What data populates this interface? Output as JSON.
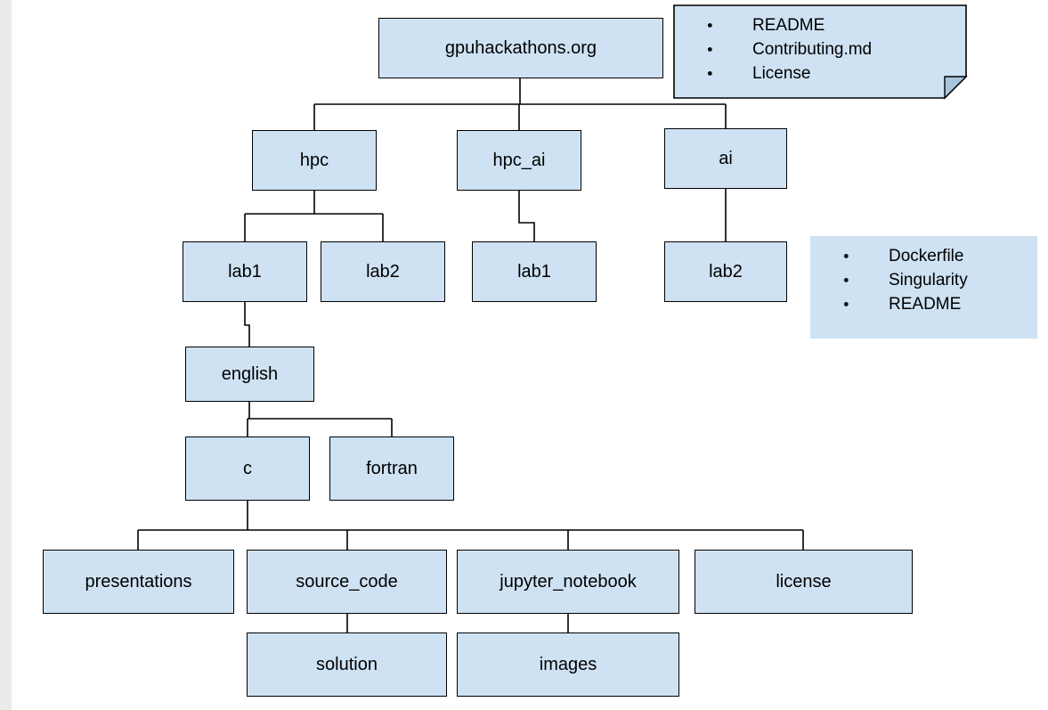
{
  "diagram": {
    "colors": {
      "node_fill": "#cfe2f3",
      "node_border": "#000000",
      "connector": "#000000",
      "note_fold": "#a7c4de",
      "page_margin": "#ebebeb"
    },
    "nodes": [
      {
        "id": "root",
        "label": "gpuhackathons.org"
      },
      {
        "id": "hpc",
        "label": "hpc"
      },
      {
        "id": "hpc_ai",
        "label": "hpc_ai"
      },
      {
        "id": "ai",
        "label": "ai"
      },
      {
        "id": "hpc-lab1",
        "label": "lab1"
      },
      {
        "id": "hpc-lab2",
        "label": "lab2"
      },
      {
        "id": "hpc_ai-lab1",
        "label": "lab1"
      },
      {
        "id": "ai-lab2",
        "label": "lab2"
      },
      {
        "id": "english",
        "label": "english"
      },
      {
        "id": "c",
        "label": "c"
      },
      {
        "id": "fortran",
        "label": "fortran"
      },
      {
        "id": "presentations",
        "label": "presentations"
      },
      {
        "id": "source_code",
        "label": "source_code"
      },
      {
        "id": "jupyter_notebook",
        "label": "jupyter_notebook"
      },
      {
        "id": "license",
        "label": "license"
      },
      {
        "id": "solution",
        "label": "solution"
      },
      {
        "id": "images",
        "label": "images"
      }
    ],
    "notes": {
      "root_files": {
        "items": [
          "README",
          "Contributing.md",
          "License"
        ]
      },
      "container_files": {
        "items": [
          "Dockerfile",
          "Singularity",
          "README"
        ]
      }
    },
    "edges": [
      "root>hpc",
      "root>hpc_ai",
      "root>ai",
      "hpc>lab1",
      "hpc>lab2",
      "hpc_ai>lab1",
      "ai>lab2",
      "lab1>english",
      "english>c",
      "english>fortran",
      "c>presentations",
      "c>source_code",
      "c>jupyter_notebook",
      "c>license",
      "source_code>solution",
      "jupyter_notebook>images"
    ]
  }
}
